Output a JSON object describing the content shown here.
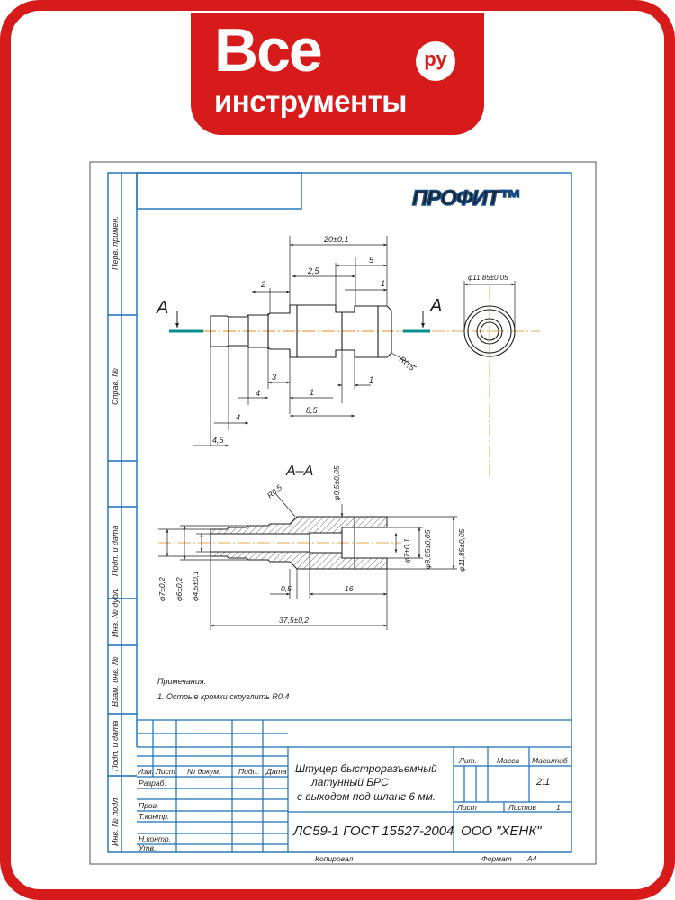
{
  "brand": {
    "name": "Все",
    "subtitle": "инструменты",
    "domain": "ру",
    "color": "#d71a1a"
  },
  "drawing": {
    "logo": "ПРОФИТ™",
    "line_color": "#1a6fb5",
    "section_markers": {
      "left": "A",
      "right": "A"
    },
    "section_title": "А–А",
    "dimensions": {
      "d20": "20±0,1",
      "d2_5": "2,5",
      "d5": "5",
      "d2": "2",
      "d1_top": "1",
      "diam_11_85_top": "φ11,85±0,05",
      "r05_top": "R0,5",
      "d3": "3",
      "d4a": "4",
      "d1a": "1",
      "d1b": "1",
      "d4b": "4",
      "d8_5": "8,5",
      "d4_5": "4,5",
      "r05_sec": "R0,5",
      "diam_9_5": "φ9,5±0,05",
      "diam_7_0_2": "φ7±0,2",
      "diam_6": "φ6±0,2",
      "diam_4_5": "φ4,5±0,1",
      "diam_7_0_1": "φ7±0,1",
      "diam_9_85": "φ9,85±0,05",
      "diam_11_85_sec": "φ11,85±0,05",
      "d0_5": "0,5",
      "d16": "16",
      "d37_5": "37,5±0,2"
    },
    "notes": {
      "heading": "Примечания:",
      "item": "1. Острые кромки скруглить R0,4"
    },
    "side_labels": [
      "Перв. примен.",
      "Справ. №",
      "Подп. и дата",
      "Инв. № дубл.",
      "Взам. инв. №",
      "Подп. и дата",
      "Инв. № подл."
    ],
    "title_block": {
      "col_izm": "Изм.",
      "col_list": "Лист",
      "col_doc": "№ докум.",
      "col_podp": "Подп.",
      "col_data": "Дата",
      "row_razrab": "Разраб.",
      "row_prov": "Пров.",
      "row_tkontr": "Т.контр.",
      "row_nkontr": "Н.контр.",
      "row_utv": "Утв.",
      "name_line1": "Штуцер быстроразъемный",
      "name_line2": "латунный БРС",
      "name_line3": "с выходом под шланг 6 мм.",
      "lit": "Лит.",
      "massa": "Масса",
      "masshtab": "Масштаб",
      "scale_value": "2:1",
      "material": "ЛС59-1 ГОСТ 15527-2004",
      "list": "Лист",
      "listov": "Листов",
      "listov_value": "1",
      "company": "ООО \"ХЕНК\""
    },
    "footer": {
      "copied": "Копировал",
      "format": "Формат",
      "format_value": "А4"
    }
  }
}
